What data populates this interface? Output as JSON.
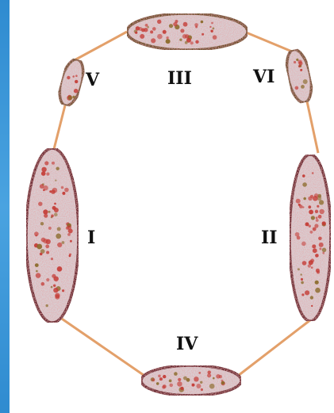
{
  "colors": {
    "side_strip": "#2f8bd0",
    "edge": "#e3a06a",
    "blob_fill": "#d9cfd3",
    "dot_red": "#c43a34",
    "dot_brown": "#8b6a2a",
    "outline_dark": "#5a1620",
    "outline_olive": "#5e4a14"
  },
  "diagram": {
    "nodes": [
      {
        "id": "I",
        "label": "I"
      },
      {
        "id": "II",
        "label": "II"
      },
      {
        "id": "III",
        "label": "III"
      },
      {
        "id": "IV",
        "label": "IV"
      },
      {
        "id": "V",
        "label": "V"
      },
      {
        "id": "VI",
        "label": "VI"
      }
    ],
    "edges": [
      [
        "V",
        "III"
      ],
      [
        "III",
        "VI"
      ],
      [
        "V",
        "I"
      ],
      [
        "VI",
        "II"
      ],
      [
        "I",
        "IV"
      ],
      [
        "IV",
        "II"
      ]
    ]
  }
}
